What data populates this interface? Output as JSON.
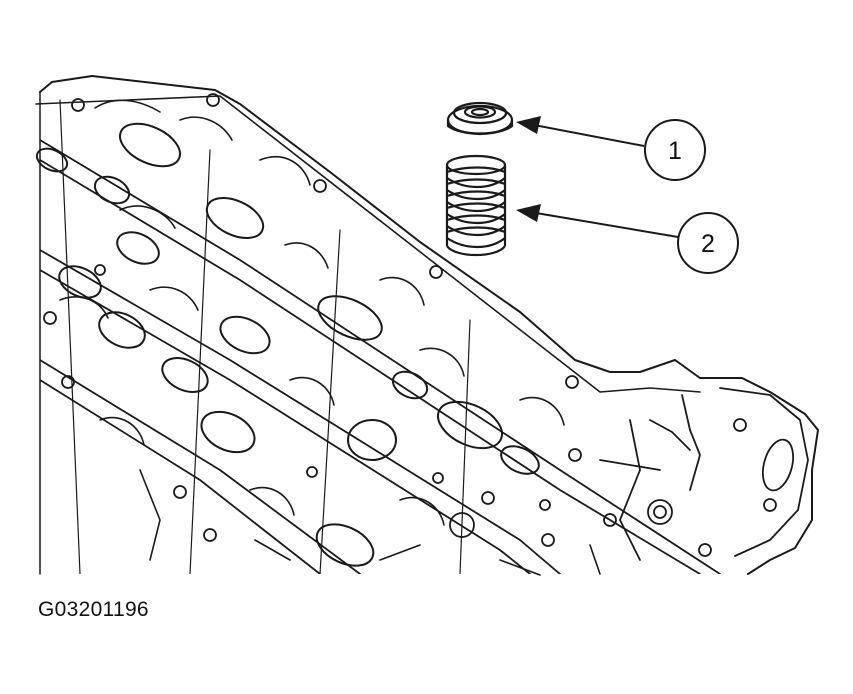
{
  "figure": {
    "id": "G03201196"
  },
  "callouts": [
    {
      "number": "1",
      "part": "valve-spring-retainer"
    },
    {
      "number": "2",
      "part": "valve-spring"
    }
  ],
  "colors": {
    "line": "#1a1a1a",
    "background": "#ffffff"
  }
}
